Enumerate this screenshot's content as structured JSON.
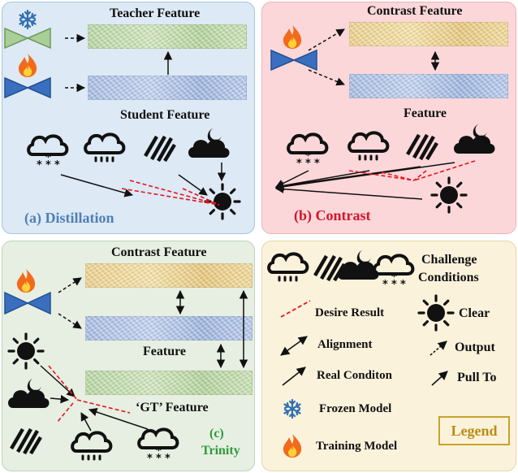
{
  "panels": {
    "a": {
      "caption": "(a) Distillation",
      "teacher_label": "Teacher Feature",
      "student_label": "Student Feature"
    },
    "b": {
      "caption": "(b) Contrast",
      "contrast_label": "Contrast Feature",
      "feature_label": "Feature"
    },
    "c": {
      "caption_letter": "(c)",
      "caption_word": "Trinity",
      "contrast_label": "Contrast Feature",
      "feature_label": "Feature",
      "gt_label": "‘GT’ Feature"
    }
  },
  "legend": {
    "title": "Legend",
    "challenge_line1": "Challenge",
    "challenge_line2": "Conditions",
    "desire": "Desire Result",
    "clear": "Clear",
    "alignment": "Alignment",
    "output": "Output",
    "real": "Real Conditon",
    "pull": "Pull To",
    "frozen": "Frozen Model",
    "training": "Training Model"
  },
  "colors": {
    "panel_a": "#dde9f5",
    "panel_b": "#fbd7d9",
    "panel_c": "#e6efe2",
    "panel_d": "#fbf2dc",
    "caption_a": "#4f7fb6",
    "caption_b": "#d4142a",
    "caption_c": "#2f9a3c",
    "legend": "#b98d12",
    "desire_line": "#e8141e"
  }
}
